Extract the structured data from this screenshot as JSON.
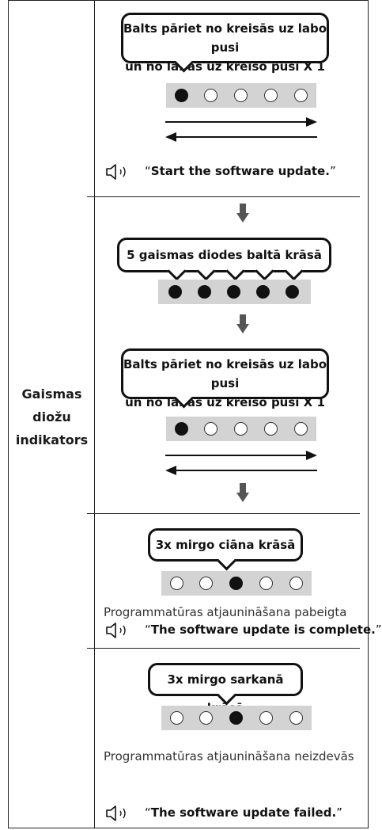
{
  "row_label_lines": [
    "Gaismas",
    "diožu",
    "indikators"
  ],
  "bubbles": {
    "sweep_line1": "Balts pāriet no kreisās uz labo pusi",
    "sweep_line2": "un no labās uz kreiso pusi X 1",
    "all_white": "5 gaismas diodes baltā krāsā",
    "cyan": "3x mirgo ciāna krāsā",
    "red": "3x mirgo sarkanā krāsā"
  },
  "voice": {
    "start": "Start the software update.",
    "complete": "The software update is complete.",
    "failed": "The software update failed."
  },
  "status": {
    "complete": "Programmatūras atjaunināšana pabeigta",
    "failed": "Programmatūras atjaunināšana neizdevās"
  },
  "led_states": {
    "sweep_1": [
      1,
      0,
      0,
      0,
      0
    ],
    "all_white": [
      1,
      1,
      1,
      1,
      1
    ],
    "sweep_2": [
      1,
      0,
      0,
      0,
      0
    ],
    "cyan": [
      0,
      0,
      1,
      0,
      0
    ],
    "red": [
      0,
      0,
      1,
      0,
      0
    ]
  },
  "icons": {
    "speaker": "speaker-icon",
    "down_arrow": "down-arrow-icon",
    "left_arrow": "left-arrow-icon",
    "right_arrow": "right-arrow-icon"
  },
  "colors": {
    "led_bar": "#d3d3d3",
    "led_on": "#111111",
    "border": "#222222"
  }
}
